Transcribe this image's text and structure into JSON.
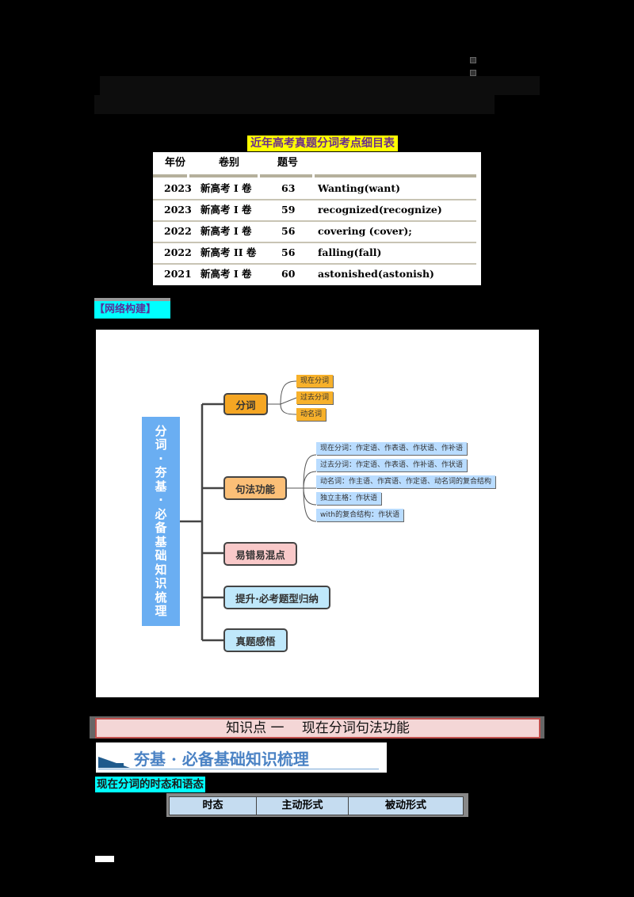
{
  "header": {
    "redacted_lines": 2
  },
  "exam_table": {
    "title": "近年高考真题分词考点细目表",
    "columns": [
      "年份",
      "卷别",
      "题号",
      ""
    ],
    "rows": [
      [
        "2023",
        "新高考 I 卷",
        "63",
        "Wanting(want)"
      ],
      [
        "2023",
        "新高考 I 卷",
        "59",
        "recognized(recognize)"
      ],
      [
        "2022",
        "新高考 I 卷",
        "56",
        "covering  (cover);"
      ],
      [
        "2022",
        "新高考 II 卷",
        "56",
        "falling(fall)"
      ],
      [
        "2021",
        "新高考 I 卷",
        "60",
        "astonished(astonish)"
      ]
    ]
  },
  "network_section": {
    "label": "【网络构建】"
  },
  "mindmap": {
    "root": [
      "分",
      "词",
      "·",
      "夯",
      "基",
      "·",
      "必",
      "备",
      "基",
      "础",
      "知",
      "识",
      "梳",
      "理"
    ],
    "branches": [
      {
        "label": "分词",
        "color": "#f5a623",
        "children": [
          "现在分词",
          "过去分词",
          "动名词"
        ]
      },
      {
        "label": "句法功能",
        "color": "#fbbf77",
        "children": [
          "现在分词：作定语、作表语、作状语、作补语",
          "过去分词：作定语、作表语、作补语、作状语",
          "动名词：作主语、作宾语、作定语、动名词的复合结构",
          "独立主格：作状语",
          "with的复合结构：作状语"
        ]
      },
      {
        "label": "易错易混点",
        "color": "#f9c9c9",
        "children": []
      },
      {
        "label": "提升·必考题型归纳",
        "color": "#bfe8fb",
        "children": []
      },
      {
        "label": "真题感悟",
        "color": "#bfe8fb",
        "children": []
      }
    ]
  },
  "knowledge_point": {
    "title": "知识点 一　 现在分词句法功能"
  },
  "section_heading": {
    "title": "夯基 · 必备基础知识梳理"
  },
  "subsection": {
    "label": "现在分词的时态和语态"
  },
  "tense_table": {
    "columns": [
      "时态",
      "主动形式",
      "被动形式"
    ]
  },
  "colors": {
    "highlight_yellow": "#ffff00",
    "highlight_cyan": "#00ffff",
    "root_blue": "#6aaef2",
    "heading_blue": "#4a82c4"
  }
}
